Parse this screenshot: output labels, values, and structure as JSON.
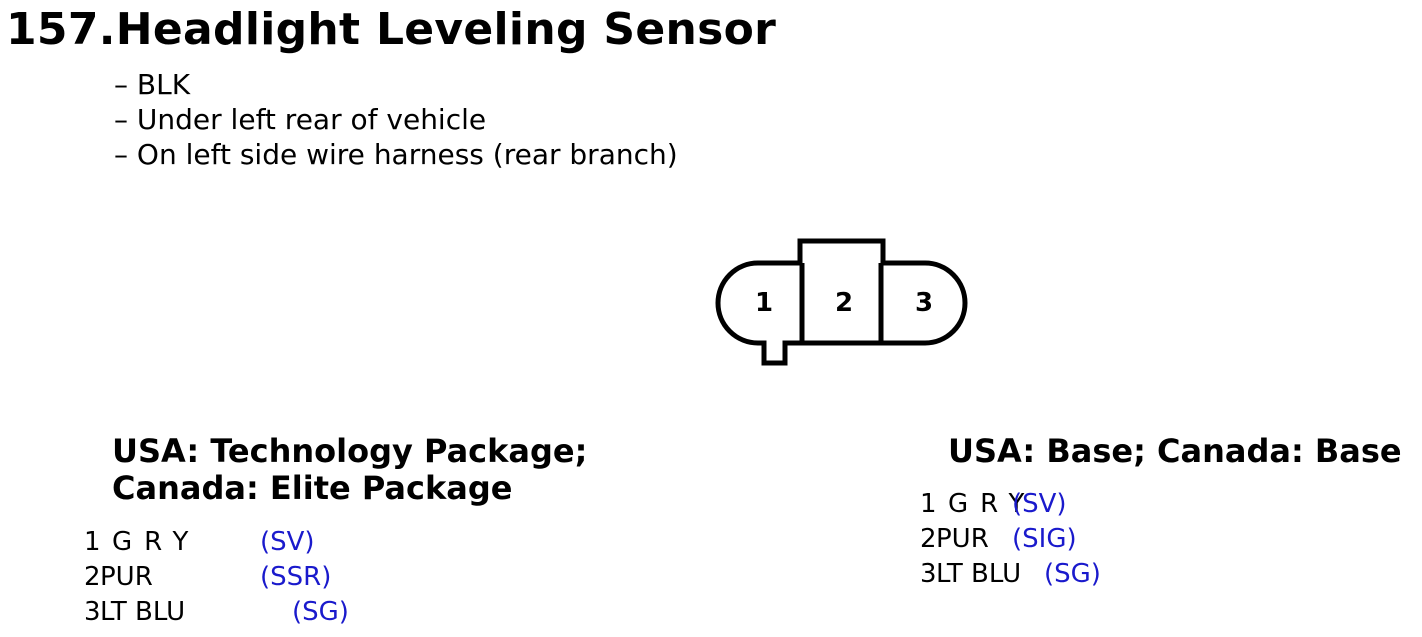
{
  "title": "157.Headlight Leveling Sensor",
  "notes": [
    "BLK",
    "Under left rear of vehicle",
    "On left side wire harness (rear branch)"
  ],
  "connector": {
    "pins": [
      "1",
      "2",
      "3"
    ],
    "line_color": "#000000"
  },
  "sections": [
    {
      "heading": [
        "USA: Technology Package;",
        "Canada: Elite Package"
      ],
      "pins": [
        {
          "num": "1",
          "color": "GRY",
          "signal": "(SV)"
        },
        {
          "num": "2",
          "color": "PUR",
          "signal": "(SSR)"
        },
        {
          "num": "3",
          "color": "LT BLU",
          "signal": "(SG)"
        }
      ]
    },
    {
      "heading": [
        "USA: Base; Canada: Base"
      ],
      "pins": [
        {
          "num": "1",
          "color": "GRY",
          "signal": "(SV)"
        },
        {
          "num": "2",
          "color": "PUR",
          "signal": "(SIG)"
        },
        {
          "num": "3",
          "color": "LT BLU",
          "signal": "(SG)"
        }
      ]
    }
  ],
  "signal_color": "#1a1acc"
}
